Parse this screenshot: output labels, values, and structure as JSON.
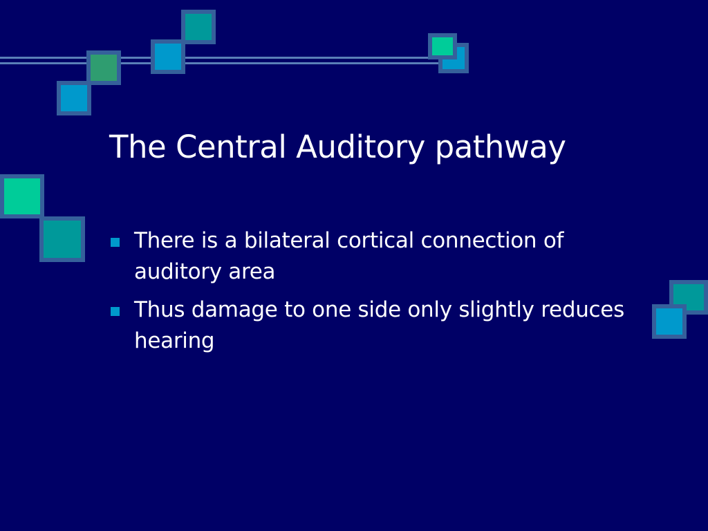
{
  "slide": {
    "title": "The Central Auditory pathway",
    "bullets": [
      {
        "text": "There is a bilateral cortical connection of auditory area"
      },
      {
        "text": "Thus damage to one side only slightly reduces hearing"
      }
    ]
  },
  "colors": {
    "background": "#000066",
    "text": "#ffffff",
    "bullet_marker": "#0099cc",
    "accent_frame": "#35609b",
    "accent_teal": "#00999a",
    "accent_blue": "#0099cc",
    "accent_green": "#2f9d70",
    "accent_mint": "#00cc99"
  }
}
